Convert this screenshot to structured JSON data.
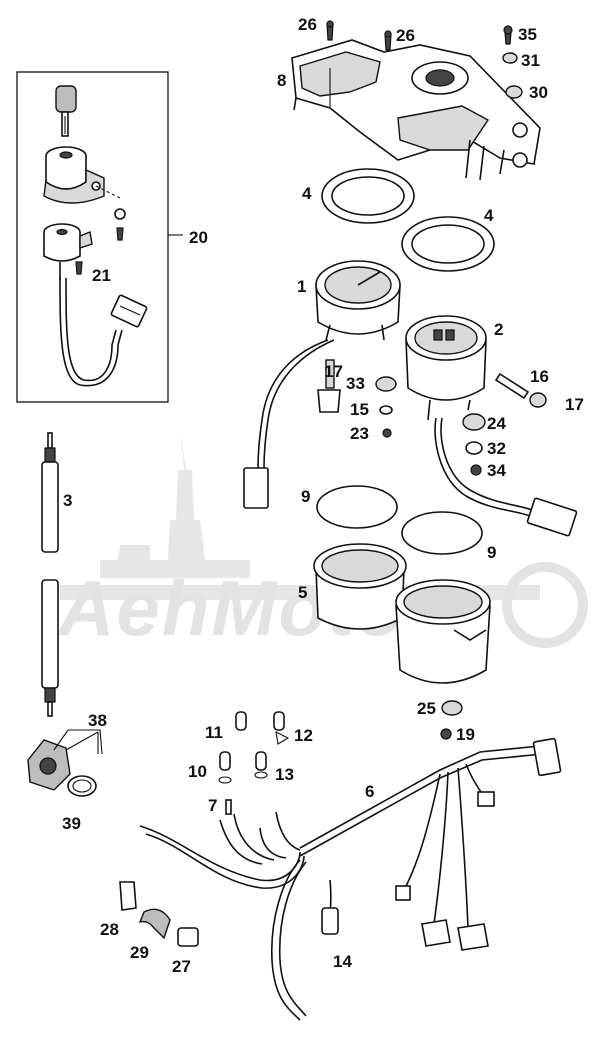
{
  "watermark": {
    "text": "AehMoto"
  },
  "callout_labels": {
    "l1": "1",
    "l2": "2",
    "l3": "3",
    "l4a": "4",
    "l4b": "4",
    "l5": "5",
    "l6": "6",
    "l7": "7",
    "l8": "8",
    "l9a": "9",
    "l9b": "9",
    "l10": "10",
    "l11": "11",
    "l12": "12",
    "l13": "13",
    "l14": "14",
    "l15": "15",
    "l16": "16",
    "l17a": "17",
    "l17b": "17",
    "l19": "19",
    "l20": "20",
    "l21": "21",
    "l23": "23",
    "l24": "24",
    "l25": "25",
    "l26a": "26",
    "l26b": "26",
    "l27": "27",
    "l28": "28",
    "l29": "29",
    "l30": "30",
    "l31": "31",
    "l32": "32",
    "l33": "33",
    "l34": "34",
    "l35": "35",
    "l38": "38",
    "l39": "39"
  }
}
